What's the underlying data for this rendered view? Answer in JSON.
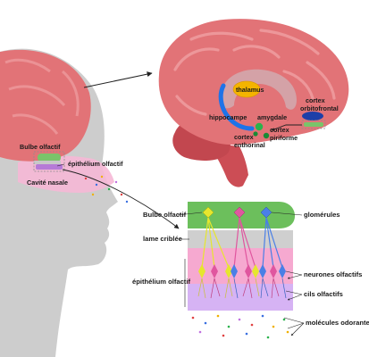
{
  "labels": {
    "thalamus": "thalamus",
    "hippocampe": "hippocampe",
    "amygdale": "amygdale",
    "cortex_orbito_1": "cortex",
    "cortex_orbito_2": "orbitofrontal",
    "cortex_piri_1": "cortex",
    "cortex_piri_2": "piriforme",
    "cortex_ento_1": "cortex",
    "cortex_ento_2": "enthorinal",
    "bulbe_head": "Bulbe olfactif",
    "epithelium_head": "épithélium olfactif",
    "cavite": "Cavité nasale",
    "bulbe_detail": "Bulbe olfactif",
    "lame": "lame criblée",
    "epithelium_detail": "épithélium olfactif",
    "glomerules": "glomérules",
    "neurones": "neurones olfactifs",
    "cils": "cils olfactifs",
    "molecules": "molécules odorantes"
  },
  "colors": {
    "cerebrum": "#e2767a",
    "cerebrum_light": "#ef9b9e",
    "cerebellum": "#c94a52",
    "thalamus": "#f4b400",
    "hippocampe": "#1e73e8",
    "amygdale": "#2bb24c",
    "orbitofrontal": "#1d3fa8",
    "bulb_green": "#66bb55",
    "lamina_gray": "#c8c8c8",
    "epithelium_pink": "#f4a6cf",
    "cilia_purple": "#c9a3f0",
    "head_gray": "#cfcfcf"
  }
}
